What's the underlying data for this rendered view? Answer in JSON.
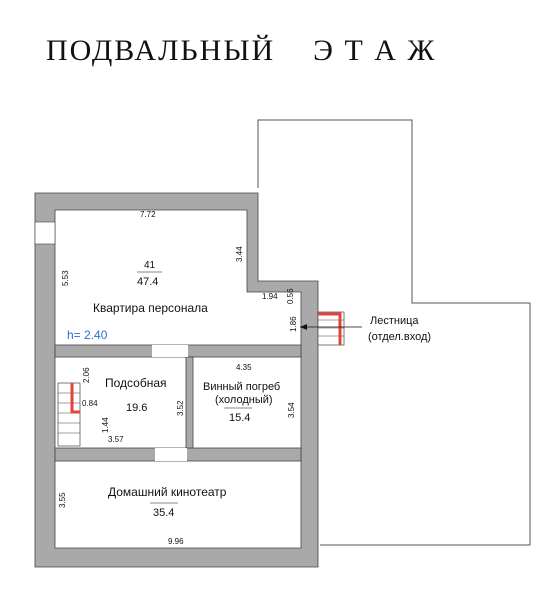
{
  "title": "ПОДВАЛЬНЫЙ    Э Т А Ж",
  "rooms": {
    "staff": {
      "number": "41",
      "area": "47.4",
      "name": "Квартира персонала",
      "height": "h= 2.40"
    },
    "utility": {
      "name": "Подсобная",
      "area": "19.6"
    },
    "wine": {
      "name": "Винный погреб",
      "name2": "(холодный)",
      "area": "15.4"
    },
    "cinema": {
      "name": "Домашний кинотеатр",
      "area": "35.4"
    }
  },
  "stair_label": {
    "line1": "Лестница",
    "line2": "(отдел.вход)"
  },
  "dimensions": {
    "top_772": "7.72",
    "left_553": "5.53",
    "right_344": "3.44",
    "step_194": "1.94",
    "step_056": "0.56",
    "stair_186": "1.86",
    "wine_435": "4.35",
    "wine_354": "3.54",
    "util_352": "3.52",
    "util_357": "3.57",
    "util_206": "2.06",
    "util_084": "0.84",
    "util_144": "1.44",
    "cinema_355": "3.55",
    "cinema_996": "9.96"
  },
  "colors": {
    "wall": "#a9a9a9",
    "stair_accent": "#e0443a",
    "height_text": "#2a6fd6"
  }
}
